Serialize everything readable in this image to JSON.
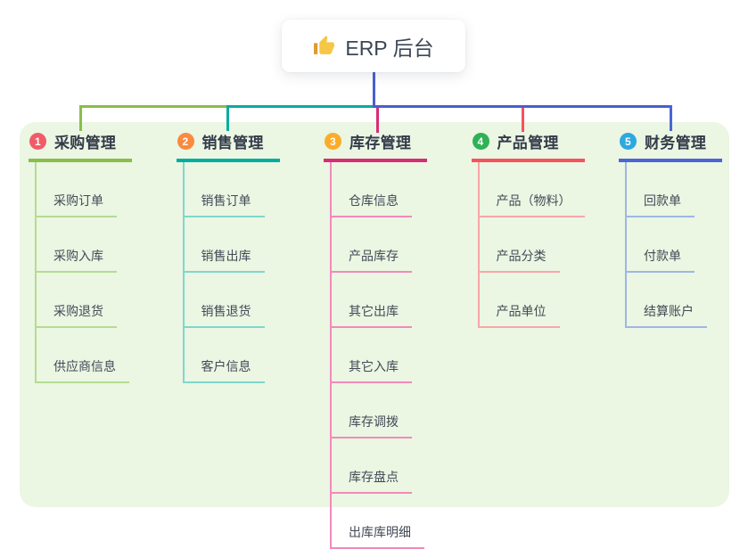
{
  "root": {
    "title": "ERP 后台",
    "icon": "thumbs-up-icon"
  },
  "branches": [
    {
      "num": "1",
      "title": "采购管理",
      "badge_color": "#f15b67",
      "line_color": "#8abd4a",
      "child_line_color": "#b5db92",
      "children": [
        "采购订单",
        "采购入库",
        "采购退货",
        "供应商信息"
      ]
    },
    {
      "num": "2",
      "title": "销售管理",
      "badge_color": "#fa8a3e",
      "line_color": "#00ada0",
      "child_line_color": "#7fd7cd",
      "children": [
        "销售订单",
        "销售出库",
        "销售退货",
        "客户信息"
      ]
    },
    {
      "num": "3",
      "title": "库存管理",
      "badge_color": "#fbac29",
      "line_color": "#d62d77",
      "child_line_color": "#f28ab9",
      "children": [
        "仓库信息",
        "产品库存",
        "其它出库",
        "其它入库",
        "库存调拨",
        "库存盘点",
        "出库库明细"
      ]
    },
    {
      "num": "4",
      "title": "产品管理",
      "badge_color": "#2fb156",
      "line_color": "#f4545c",
      "child_line_color": "#f9a6a9",
      "children": [
        "产品（物料）",
        "产品分类",
        "产品单位"
      ]
    },
    {
      "num": "5",
      "title": "财务管理",
      "badge_color": "#2da8e0",
      "line_color": "#4a66d4",
      "child_line_color": "#9fb6e6",
      "children": [
        "回款单",
        "付款单",
        "结算账户"
      ]
    }
  ],
  "colors": {
    "panel_bg": "#ebf6e3",
    "stem_blue": "#4a5ed0",
    "thumb_hand": "#f6c744",
    "thumb_cuff": "#e09b2d"
  }
}
